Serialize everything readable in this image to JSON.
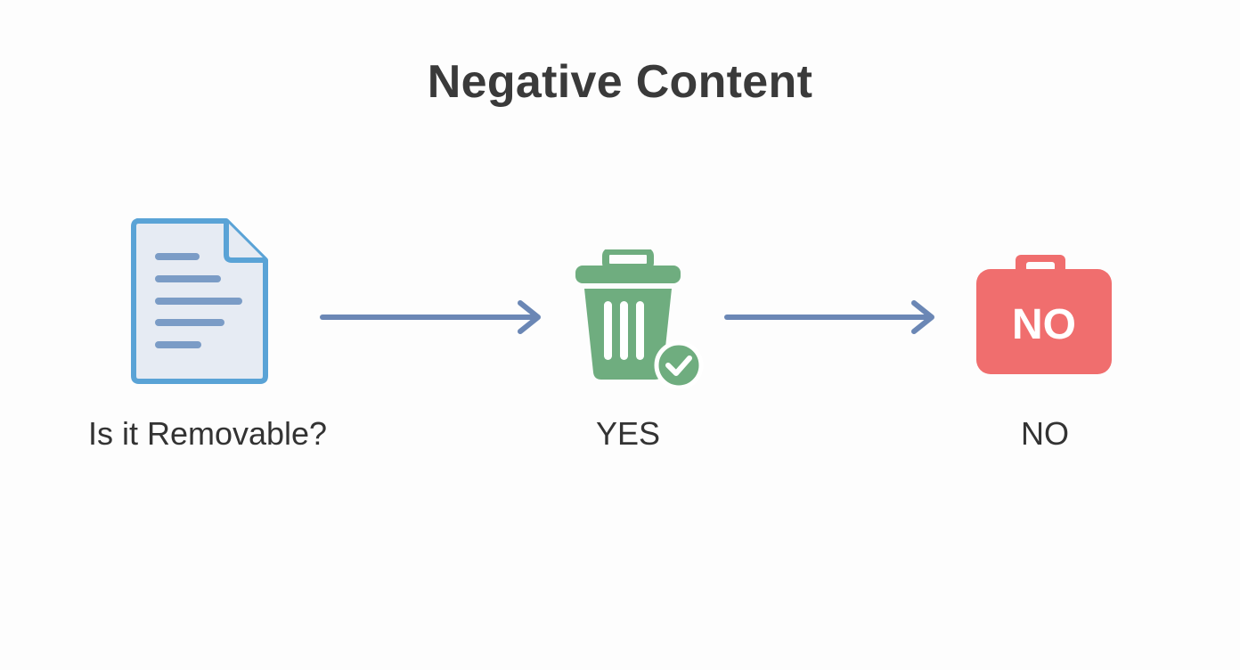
{
  "title": "Negative Content",
  "nodes": [
    {
      "label": "Is it Removable?",
      "icon": "document-icon"
    },
    {
      "label": "YES",
      "icon": "trash-check-icon"
    },
    {
      "label": "NO",
      "icon": "no-bag-icon",
      "badge": "NO"
    }
  ],
  "colors": {
    "document": "#5aa3d6",
    "document_fill": "#e6ebf3",
    "document_lines": "#7b9cc6",
    "trash": "#6fad7f",
    "no": "#f06e6e",
    "arrow": "#6b87b5",
    "title": "#3a3a3a"
  }
}
